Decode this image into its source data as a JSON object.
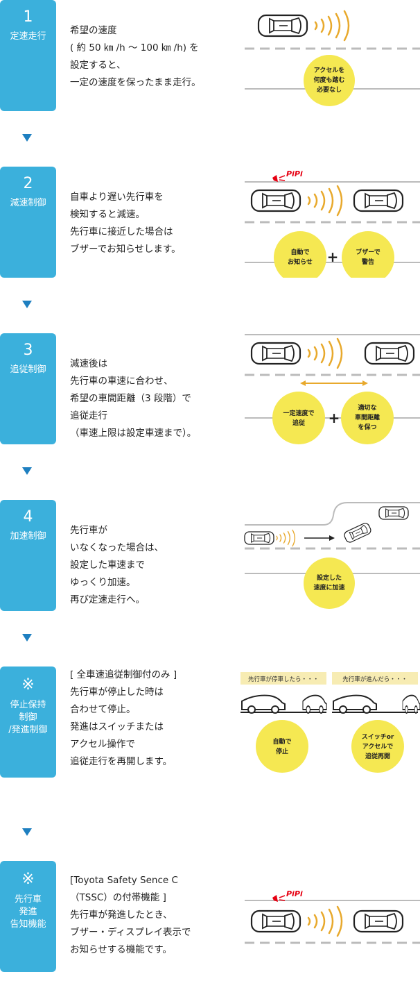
{
  "steps": [
    {
      "num": "1",
      "title": "定速走行",
      "text": "希望の速度\n( 約 50 ㎞ /h ～ 100 ㎞ /h) を\n設定すると、\n一定の速度を保ったまま走行。",
      "bubbles": [
        "アクセルを",
        "何度も踏む",
        "必要なし"
      ]
    },
    {
      "num": "2",
      "title": "減速制御",
      "text": "自車より遅い先行車を\n検知すると減速。\n先行車に接近した場合は\nブザーでお知らせします。",
      "pipi": "PiPi",
      "bubble1": [
        "自動で",
        "お知らせ"
      ],
      "bubble2": [
        "ブザーで",
        "警告"
      ]
    },
    {
      "num": "3",
      "title": "追従制御",
      "text": "減速後は\n先行車の車速に合わせ、\n希望の車間距離（3 段階）で\n追従走行\n（車速上限は設定車速まで）。",
      "bubble1": [
        "一定速度で",
        "追従"
      ],
      "bubble2": [
        "適切な",
        "車間距離",
        "を保つ"
      ]
    },
    {
      "num": "4",
      "title": "加速制御",
      "text": "先行車が\nいなくなった場合は、\n設定した車速まで\nゆっくり加速。\n再び定速走行へ。",
      "bubbles": [
        "設定した",
        "速度に加速"
      ]
    },
    {
      "mark": "※",
      "title": "停止保持\n制御\n/発進制御",
      "text": "[ 全車速追従制御付のみ ]\n先行車が停止した時は\n合わせて停止。\n発進はスイッチまたは\nアクセル操作で\n追従走行を再開します。",
      "bar1": "先行車が停車したら・・・",
      "bar2": "先行車が進んだら・・・",
      "bubble1": [
        "自動で",
        "停止"
      ],
      "bubble2": [
        "スイッチor",
        "アクセルで",
        "追従再開"
      ]
    },
    {
      "mark": "※",
      "title": "先行車\n発進\n告知機能",
      "text": "[Toyota Safety Sence C\n（TSSC）の付帯機能 ]\n先行車が発進したとき、\nブザー・ディスプレイ表示で\nお知らせする機能です。",
      "pipi": "PiPi"
    }
  ],
  "colors": {
    "badge": "#3bb0dc",
    "arrow": "#1e7fc0",
    "bubble": "#f5e852",
    "wave": "#e8a92c",
    "road": "#bbbbbb",
    "pipi": "#e60012"
  },
  "icons": [
    "car-top-icon",
    "sound-wave-icon",
    "down-triangle-icon",
    "buzzer-icon",
    "plus-icon",
    "car-side-icon"
  ]
}
